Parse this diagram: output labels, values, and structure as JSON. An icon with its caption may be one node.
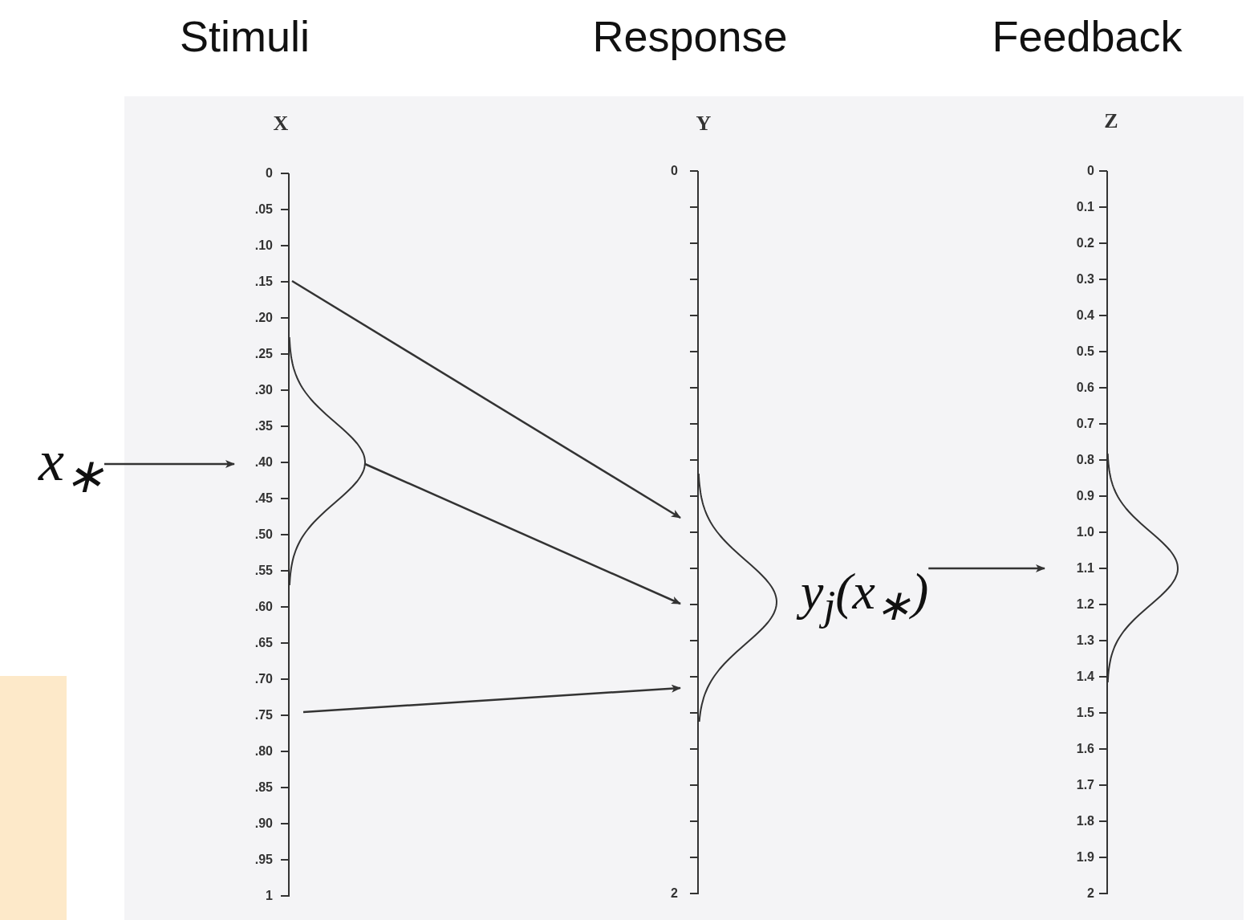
{
  "diagram": {
    "nodes": [
      {
        "text": [
          "x$_{∗}$"
        ]
      },
      {
        "text": [
          "X"
        ],
        "beside": [
          "Stimuli",
          "0",
          ".05",
          ".10",
          ".15",
          ".20",
          ".25",
          ".30",
          ".35",
          ".40",
          ".45",
          ".50",
          ".55",
          ".60",
          ".65",
          ".70",
          ".75",
          ".80",
          ".85",
          ".90",
          ".95",
          "1"
        ]
      },
      {
        "text": [
          "Y"
        ],
        "beside": [
          "Response",
          "0",
          "2"
        ]
      },
      {
        "text": [
          "y$_{j}$(x$_{∗}$)"
        ]
      },
      {
        "text": [
          "Z"
        ],
        "beside": [
          "Feedback",
          "0",
          "0.1",
          "0.2",
          "0.3",
          "0.4",
          "0.5",
          "0.6",
          "0.7",
          "0.8",
          "0.9",
          "1.0",
          "1.1",
          "1.2",
          "1.3",
          "1.4",
          "1.5",
          "1.6",
          "1.7",
          "1.8",
          "1.9",
          "2"
        ]
      }
    ],
    "edges": [
      {
        "from": 0,
        "to": 1,
        "arrow": "to"
      },
      {
        "from": 1,
        "to": 2,
        "arrow": "to"
      },
      {
        "from": 1,
        "to": 2,
        "arrow": "to"
      },
      {
        "from": 1,
        "to": 2,
        "arrow": "to"
      },
      {
        "from": 3,
        "to": 4,
        "arrow": "to"
      }
    ]
  }
}
